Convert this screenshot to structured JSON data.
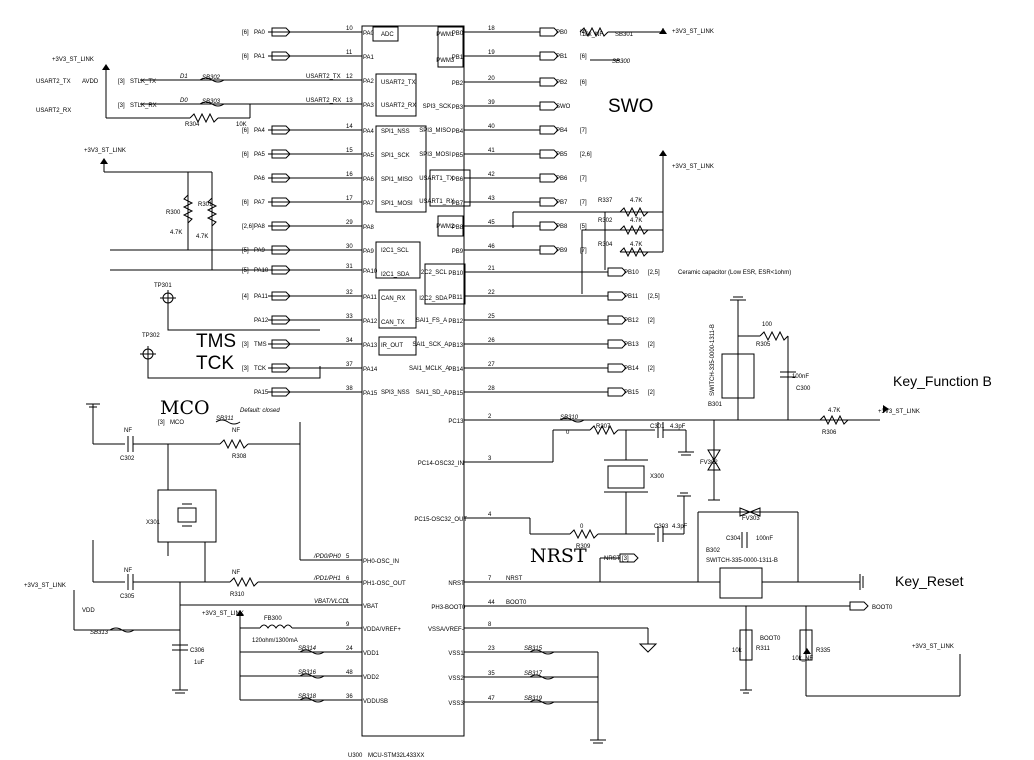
{
  "mcu": {
    "designator": "U300",
    "part": "MCU-STM32L433XX",
    "left_pins": [
      {
        "num": "10",
        "name": "PA0",
        "net": "PA0",
        "ref": "[6]",
        "func": "ADC"
      },
      {
        "num": "11",
        "name": "PA1",
        "net": "PA1",
        "ref": "[6]",
        "func": ""
      },
      {
        "num": "12",
        "name": "PA2",
        "net": "",
        "ref": "",
        "func": "USART2_TX"
      },
      {
        "num": "13",
        "name": "PA3",
        "net": "",
        "ref": "",
        "func": "USART2_RX"
      },
      {
        "num": "14",
        "name": "PA4",
        "net": "PA4",
        "ref": "[6]",
        "func": "SPI1_NSS"
      },
      {
        "num": "15",
        "name": "PA5",
        "net": "PA5",
        "ref": "[6]",
        "func": "SPI1_SCK"
      },
      {
        "num": "16",
        "name": "PA6",
        "net": "PA6",
        "ref": "",
        "func": "SPI1_MISO"
      },
      {
        "num": "17",
        "name": "PA7",
        "net": "PA7",
        "ref": "[6]",
        "func": "SPI1_MOSI"
      },
      {
        "num": "29",
        "name": "PA8",
        "net": "PA8",
        "ref": "[2,6]",
        "func": ""
      },
      {
        "num": "30",
        "name": "PA9",
        "net": "PA9",
        "ref": "[5]",
        "func": "I2C1_SCL"
      },
      {
        "num": "31",
        "name": "PA10",
        "net": "PA10",
        "ref": "[5]",
        "func": "I2C1_SDA"
      },
      {
        "num": "32",
        "name": "PA11",
        "net": "PA11",
        "ref": "[4]",
        "func": "CAN_RX"
      },
      {
        "num": "33",
        "name": "PA12",
        "net": "PA12",
        "ref": "",
        "func": "CAN_TX"
      },
      {
        "num": "34",
        "name": "PA13",
        "net": "TMS",
        "ref": "[3]",
        "func": "IR_OUT"
      },
      {
        "num": "37",
        "name": "PA14",
        "net": "TCK",
        "ref": "[3]",
        "func": ""
      },
      {
        "num": "38",
        "name": "PA15",
        "net": "PA15",
        "ref": "",
        "func": "SPI3_NSS"
      },
      {
        "num": "5",
        "name": "PH0-OSC_IN",
        "net": "/PD0/PH0",
        "ref": "",
        "func": ""
      },
      {
        "num": "6",
        "name": "PH1-OSC_OUT",
        "net": "/PD1/PH1",
        "ref": "",
        "func": ""
      },
      {
        "num": "1",
        "name": "VBAT",
        "net": "VBAT/VLCD",
        "ref": "",
        "func": ""
      },
      {
        "num": "9",
        "name": "VDDA/VREF+",
        "net": "",
        "ref": "",
        "func": ""
      },
      {
        "num": "24",
        "name": "VDD1",
        "net": "",
        "ref": "",
        "func": ""
      },
      {
        "num": "48",
        "name": "VDD2",
        "net": "",
        "ref": "",
        "func": ""
      },
      {
        "num": "36",
        "name": "VDDUSB",
        "net": "",
        "ref": "",
        "func": ""
      }
    ],
    "right_pins": [
      {
        "num": "18",
        "name": "PB0",
        "net": "PB0",
        "ref": "[4]",
        "func": "PWM1"
      },
      {
        "num": "19",
        "name": "PB1",
        "net": "PB1",
        "ref": "[6]",
        "func": "PWM3"
      },
      {
        "num": "20",
        "name": "PB2",
        "net": "PB2",
        "ref": "[6]",
        "func": ""
      },
      {
        "num": "39",
        "name": "PB3",
        "net": "SWO",
        "ref": "",
        "func": "SPI3_SCK"
      },
      {
        "num": "40",
        "name": "PB4",
        "net": "PB4",
        "ref": "[7]",
        "func": "SPI3_MISO"
      },
      {
        "num": "41",
        "name": "PB5",
        "net": "PB5",
        "ref": "[2,6]",
        "func": "SPI3_MOSI"
      },
      {
        "num": "42",
        "name": "PB6",
        "net": "PB6",
        "ref": "[7]",
        "func": "USART1_TX"
      },
      {
        "num": "43",
        "name": "PB7",
        "net": "PB7",
        "ref": "[7]",
        "func": "USART1_RX"
      },
      {
        "num": "45",
        "name": "PB8",
        "net": "PB8",
        "ref": "[5]",
        "func": "PWM2"
      },
      {
        "num": "46",
        "name": "PB9",
        "net": "PB9",
        "ref": "[7]",
        "func": ""
      },
      {
        "num": "21",
        "name": "PB10",
        "net": "PB10",
        "ref": "[2,5]",
        "func": "I2C2_SCL"
      },
      {
        "num": "22",
        "name": "PB11",
        "net": "PB11",
        "ref": "[2,5]",
        "func": "I2C2_SDA"
      },
      {
        "num": "25",
        "name": "PB12",
        "net": "PB12",
        "ref": "[2]",
        "func": "SAI1_FS_A"
      },
      {
        "num": "26",
        "name": "PB13",
        "net": "PB13",
        "ref": "[2]",
        "func": "SAI1_SCK_A"
      },
      {
        "num": "27",
        "name": "PB14",
        "net": "PB14",
        "ref": "[2]",
        "func": "SAI1_MCLK_A"
      },
      {
        "num": "28",
        "name": "PB15",
        "net": "PB15",
        "ref": "[2]",
        "func": "SAI1_SD_A"
      },
      {
        "num": "2",
        "name": "PC13",
        "net": "",
        "ref": "",
        "func": ""
      },
      {
        "num": "3",
        "name": "PC14-OSC32_IN",
        "net": "",
        "ref": "",
        "func": ""
      },
      {
        "num": "4",
        "name": "PC15-OSC32_OUT",
        "net": "",
        "ref": "",
        "func": ""
      },
      {
        "num": "7",
        "name": "NRST",
        "net": "NRST",
        "ref": "",
        "func": ""
      },
      {
        "num": "44",
        "name": "PH3-BOOT0",
        "net": "BOOT0",
        "ref": "",
        "func": ""
      },
      {
        "num": "8",
        "name": "VSSA/VREF-",
        "net": "",
        "ref": "",
        "func": ""
      },
      {
        "num": "23",
        "name": "VSS1",
        "net": "",
        "ref": "",
        "func": ""
      },
      {
        "num": "35",
        "name": "VSS2",
        "net": "",
        "ref": "",
        "func": ""
      },
      {
        "num": "47",
        "name": "VSS3",
        "net": "",
        "ref": "",
        "func": ""
      }
    ]
  },
  "labels": {
    "swo": "SWO",
    "tms": "TMS",
    "tck": "TCK",
    "mco": "MCO",
    "nrst": "NRST",
    "key_function_b": "Key_Function B",
    "key_reset": "Key_Reset",
    "ceramic_note": "Ceramic capacitor (Low ESR, ESR<1ohm)",
    "default_closed": "Default: closed"
  },
  "power": {
    "v33": "+3V3_ST_LINK",
    "avdd": "AVDD",
    "vdd": "VDD"
  },
  "usart_left": {
    "tx_net": "USART2_TX",
    "rx_net": "USART2_RX",
    "stlk_tx": "STLK_TX",
    "stlk_rx": "STLK_RX",
    "ref": "[3]",
    "d1": "D1",
    "d0": "D0"
  },
  "components": {
    "r304": "R304",
    "r304_val": "10K",
    "r300": "R300",
    "r300_val": "4.7K",
    "r301": "R301",
    "r301_val": "4.7K",
    "sb301": "SB301",
    "sb301_val": "10k_NF",
    "sb300": "SB300",
    "sb302": "SB302",
    "sb303": "SB303",
    "r337": "R337",
    "r337_val": "4.7K",
    "r302": "R302",
    "r302_val": "4.7K",
    "r304b": "R304",
    "r304b_val": "4.7K",
    "tp301": "TP301",
    "tp302": "TP302",
    "c302": "C302",
    "c302_val": "NF",
    "r308": "R308",
    "r308_val": "NF",
    "sb311": "SB311",
    "mco_ref": "[3]",
    "mco_net": "MCO",
    "x301": "X301",
    "c305": "C305",
    "c305_val": "NF",
    "r310": "R310",
    "r310_val": "NF",
    "sb313": "SB313",
    "c306": "C306",
    "c306_val": "1uF",
    "fb300": "FB300",
    "fb300_val": "120ohm/1300mA",
    "sb314": "SB314",
    "sb316": "SB316",
    "sb318": "SB318",
    "sb315": "SB315",
    "sb317": "SB317",
    "sb319": "SB319",
    "r305": "R305",
    "r305_val": "100",
    "b301": "B301",
    "b301_part": "SWITCH-335-0000-1311-B",
    "c300": "C300",
    "c300_val": "100nF",
    "r306": "R306",
    "r306_val": "4.7K",
    "sb310": "SB310",
    "r307": "R307",
    "r307_val": "0",
    "c301": "C301",
    "c301_val": "4.3pF",
    "fv302": "FV302",
    "x300": "X300",
    "r309": "R309",
    "r309_val": "0",
    "c303": "C303",
    "c303_val": "4.3pF",
    "fv303": "FV303",
    "c304": "C304",
    "c304_val": "100nF",
    "b302": "B302",
    "b302_part": "SWITCH-335-0000-1311-B",
    "nrst_ref": "[3]",
    "nrst_net": "NRST",
    "r311": "R311",
    "r311_val": "10k",
    "boot0_net": "BOOT0",
    "r335": "R335",
    "r335_val": "10k_NF"
  }
}
